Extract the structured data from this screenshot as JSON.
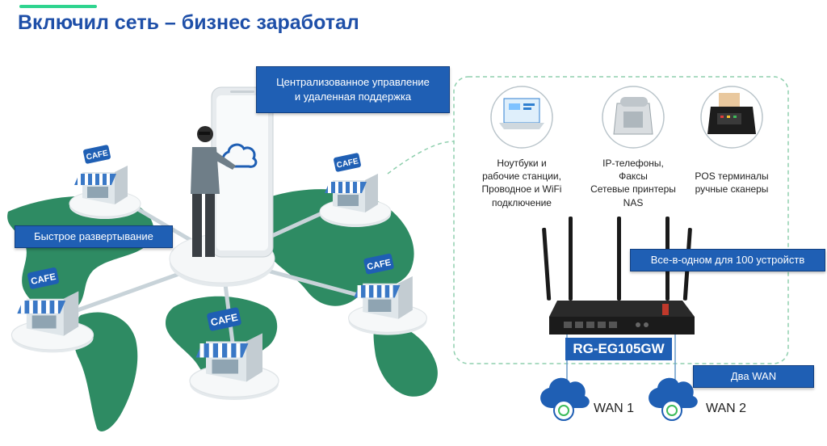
{
  "title": "Включил сеть – бизнес заработал",
  "labels": {
    "central": "Централизованное управление\nи удаленная поддержка",
    "deploy": "Быстрое развертывание",
    "allinone": "Все-в-одном для 100 устройств",
    "dualwan": "Два WAN"
  },
  "devices": [
    {
      "caption": "Ноутбуки и\nрабочие станции,\nПроводное и WiFi\nподключение",
      "icon": "laptop-icon"
    },
    {
      "caption": "IP-телефоны,\nФаксы\nСетевые принтеры\nNAS",
      "icon": "ip-phone-icon"
    },
    {
      "caption": "POS терминалы\nручные сканеры",
      "icon": "pos-terminal-icon"
    }
  ],
  "cafe_sign": "CAFE",
  "router_model": "RG-EG105GW",
  "wan": [
    "WAN 1",
    "WAN 2"
  ],
  "colors": {
    "title": "#1e4fa8",
    "accent": "#2fd48f",
    "box": "#1f5fb4",
    "map": "#2e8b63",
    "dashed": "#8fcfae"
  }
}
